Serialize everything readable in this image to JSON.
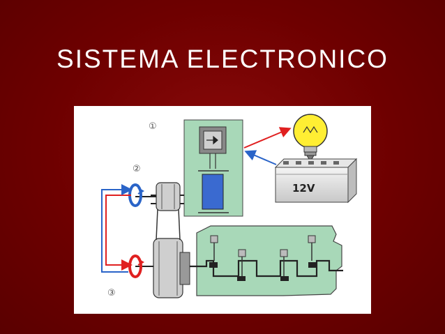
{
  "slide": {
    "title": "SISTEMA ELECTRONICO"
  },
  "diagram": {
    "callouts": [
      "①",
      "②",
      "③"
    ],
    "battery_label": "12V",
    "colors": {
      "background": "#6e0000",
      "module_fill": "#a8d8b8",
      "engine_fill": "#a8d8b8",
      "signal_red": "#e02020",
      "signal_blue": "#2a64c8",
      "bulb_yellow": "#ffee33",
      "sensor_blue": "#3a6ad0"
    },
    "icons": [
      "control-unit",
      "light-bulb",
      "battery",
      "pulley",
      "crankshaft-sensor",
      "engine-block"
    ]
  }
}
